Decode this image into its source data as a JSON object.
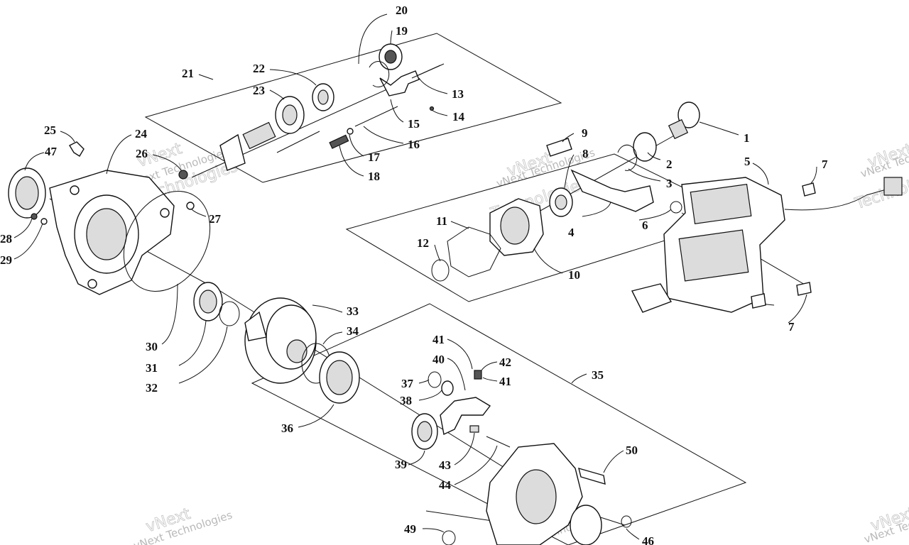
{
  "labels": {
    "l1": "1",
    "l2": "2",
    "l3": "3",
    "l4": "4",
    "l5": "5",
    "l6": "6",
    "l7a": "7",
    "l7b": "7",
    "l8": "8",
    "l9": "9",
    "l10": "10",
    "l11": "11",
    "l12": "12",
    "l13": "13",
    "l14": "14",
    "l15": "15",
    "l16": "16",
    "l17": "17",
    "l18": "18",
    "l19": "19",
    "l20": "20",
    "l21": "21",
    "l22": "22",
    "l23": "23",
    "l24": "24",
    "l25": "25",
    "l26": "26",
    "l27": "27",
    "l28": "28",
    "l29": "29",
    "l30": "30",
    "l31": "31",
    "l32": "32",
    "l33": "33",
    "l34": "34",
    "l35": "35",
    "l36": "36",
    "l37": "37",
    "l38": "38",
    "l39": "39",
    "l40": "40",
    "l41a": "41",
    "l41b": "41",
    "l42": "42",
    "l43": "43",
    "l44": "44",
    "l46": "46",
    "l47": "47",
    "l49": "49",
    "l50": "50"
  },
  "watermark": {
    "line1": "vNext",
    "line2": "vNext Technologies",
    "line3": "Technologies"
  }
}
